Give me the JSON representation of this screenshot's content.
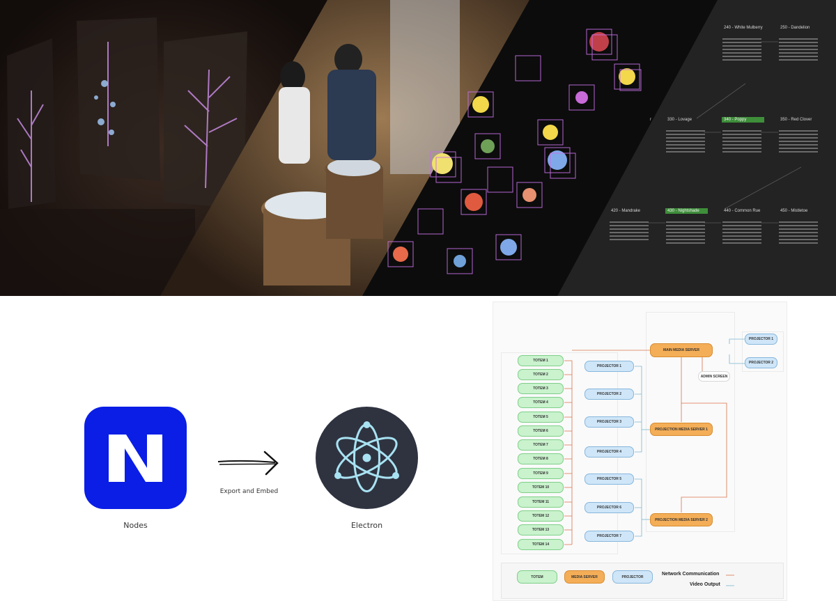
{
  "banner": {
    "flower_nodes": [
      {
        "label": "240 - White Mulberry",
        "highlight": false
      },
      {
        "label": "250 - Dandelion",
        "highlight": false
      },
      {
        "label": "r",
        "highlight": false
      },
      {
        "label": "330 - Lovage",
        "highlight": false
      },
      {
        "label": "340 - Poppy",
        "highlight": true
      },
      {
        "label": "350 - Red Clover",
        "highlight": false
      },
      {
        "label": "420 - Mandrake",
        "highlight": false
      },
      {
        "label": "430 - Nightshade",
        "highlight": true
      },
      {
        "label": "440 - Common Rue",
        "highlight": false
      },
      {
        "label": "450 - Mistletoe",
        "highlight": false
      }
    ],
    "colors": {
      "highlight": "#3e8e3a",
      "wireframe": "#c870e8",
      "stem": "#b57ad6"
    }
  },
  "workflow": {
    "nodes_label": "Nodes",
    "arrow_label": "Export and Embed",
    "electron_label": "Electron",
    "nodes_logo_color": "#0a1ee6",
    "electron_logo_color": "#2f3340"
  },
  "diagram": {
    "totems": [
      "TOTEM 1",
      "TOTEM 2",
      "TOTEM 3",
      "TOTEM 4",
      "TOTEM 5",
      "TOTEM 6",
      "TOTEM 7",
      "TOTEM 8",
      "TOTEM 9",
      "TOTEM 10",
      "TOTEM 11",
      "TOTEM 12",
      "TOTEM 13",
      "TOTEM 14"
    ],
    "projectors": [
      "PROJECTOR 1",
      "PROJECTOR 2",
      "PROJECTOR 3",
      "PROJECTOR 4",
      "PROJECTOR 5",
      "PROJECTOR 6",
      "PROJECTOR 7"
    ],
    "main_server": "MAIN MEDIA SERVER",
    "admin_screen": "ADMIN SCREEN",
    "projection_server_1": "PROJECTION MEDIA SERVER 1",
    "projection_server_2": "PROJECTION MEDIA SERVER 2",
    "main_projectors": [
      "PROJECTOR 1",
      "PROJECTOR 2"
    ],
    "legend": {
      "totem": "TOTEM",
      "media_server": "MEDIA SERVER",
      "projector": "PROJECTOR",
      "network": "Network Communication",
      "video": "Video Output"
    },
    "colors": {
      "totem": "#c9f2cd",
      "projector": "#cfe6f8",
      "media_server": "#f4ae58",
      "network_line": "#d9724a",
      "video_line": "#79b6cf"
    }
  }
}
